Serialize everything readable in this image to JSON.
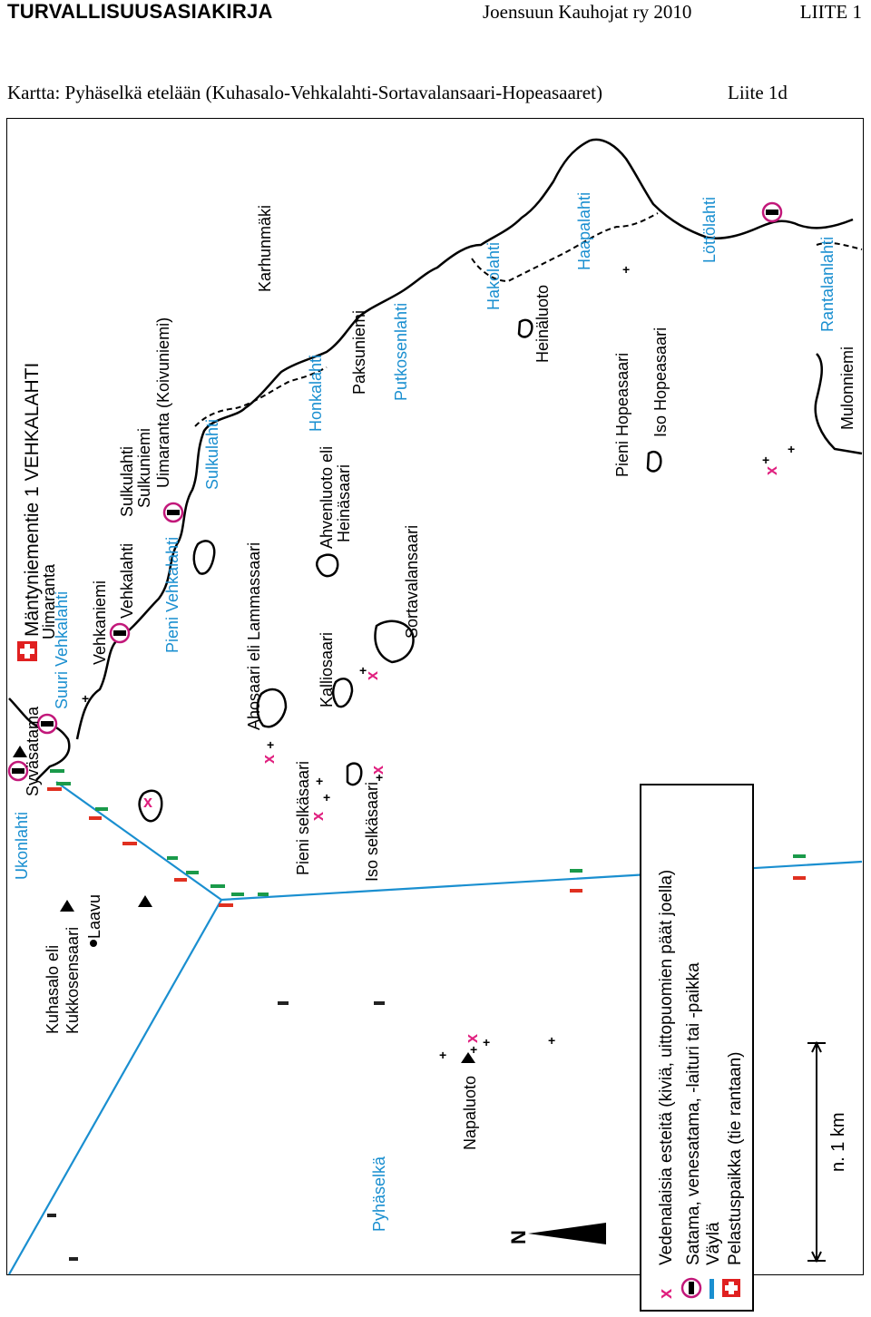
{
  "header": {
    "doc_title": "TURVALLISUUSASIAKIRJA",
    "organization": "Joensuun Kauhojat ry 2010",
    "attachment": "LIITE 1"
  },
  "map": {
    "caption": "Kartta: Pyhäselkä etelään (Kuhasalo-Vehkalahti-Sortavalansaari-Hopeasaaret)",
    "reference": "Liite 1d",
    "labels": {
      "ukonlahti": "Ukonlahti",
      "syvasatama": "Syväsatama",
      "suuri_vehkalahti": "Suuri Vehkalahti",
      "uimaranta": "Uimaranta",
      "mantyniementie": "Mäntyniementie 1 VEHKALAHTI",
      "vehkaniemi": "Vehkaniemi",
      "vehkalahti": "Vehkalahti",
      "sulkulahti_top": "Sulkulahti",
      "sulkuniemi": "Sulkuniemi",
      "uimaranta_koivuniemi": "Uimaranta (Koivuniemi)",
      "pieni_vehkalahti": "Pieni Vehkalahti",
      "sulkulahti_blue": "Sulkulahti",
      "karhunmaki": "Karhunmäki",
      "ahosaari": "Ahosaari eli Lammassaari",
      "pieni_selkasaari": "Pieni selkäsaari",
      "kalliosaari": "Kalliosaari",
      "iso_selkasaari": "Iso selkäsaari",
      "ahvenluoto1": "Ahvenluoto eli",
      "ahvenluoto2": "Heinäsaari",
      "honkalahti": "Honkalahti",
      "paksuniemi": "Paksuniemi",
      "putkosenlahti": "Putkosenlahti",
      "sortavalansaari": "Sortavalansaari",
      "hakolahti": "Hakolahti",
      "heinaluoto": "Heinäluoto",
      "haapalahti": "Haapalahti",
      "pieni_hopeasaari": "Pieni Hopeasaari",
      "iso_hopeasaari": "Iso Hopeasaari",
      "lottolahti": "Löttölahti",
      "rantalanlahti": "Rantalanlahti",
      "mulonniemi": "Mulonniemi",
      "kuhasalo1": "Kuhasalo eli",
      "kuhasalo2": "Kukkosensaari",
      "laavu": "Laavu",
      "pyhaselka": "Pyhäselkä",
      "napaluoto": "Napaluoto",
      "north": "N"
    },
    "scale_label": "n. 1 km",
    "legend": [
      {
        "icon": "obstacle-x-icon",
        "text": "Vedenalaisia esteitä (kiviä, uittopuomien päät joella)"
      },
      {
        "icon": "harbor-icon",
        "text": "Satama, venesatama, -laituri tai -paikka"
      },
      {
        "icon": "fairway-dash-icon",
        "text": "Väylä"
      },
      {
        "icon": "rescue-cross-icon",
        "text": "Pelastuspaikka (tie rantaan)"
      }
    ],
    "colors": {
      "fairway": "#1a8fd0",
      "obstacle": "#e0207f",
      "harbor": "#c2187a",
      "marker_red": "#e03020",
      "marker_green": "#1a9a4a",
      "rescue": "#e02020",
      "label_blue": "#1a8fd0"
    }
  }
}
